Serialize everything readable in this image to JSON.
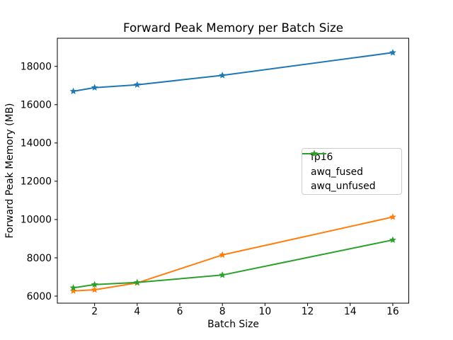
{
  "chart_data": {
    "type": "line",
    "title": "Forward Peak Memory per Batch Size",
    "xlabel": "Batch Size",
    "ylabel": "Forward Peak Memory (MB)",
    "x": [
      1,
      2,
      4,
      8,
      16
    ],
    "series": [
      {
        "name": "fp16",
        "color": "#1f77b4",
        "marker": "star",
        "values": [
          16700,
          16890,
          17040,
          17530,
          18720
        ]
      },
      {
        "name": "awq_fused",
        "color": "#ff7f0e",
        "marker": "star",
        "values": [
          6270,
          6330,
          6690,
          8150,
          10130
        ]
      },
      {
        "name": "awq_unfused",
        "color": "#2ca02c",
        "marker": "star",
        "values": [
          6430,
          6600,
          6710,
          7100,
          8930
        ]
      }
    ],
    "xticks": [
      2,
      4,
      6,
      8,
      10,
      12,
      14,
      16
    ],
    "yticks": [
      6000,
      8000,
      10000,
      12000,
      14000,
      16000,
      18000
    ],
    "xlim": [
      0.25,
      16.75
    ],
    "ylim": [
      5630,
      19470
    ],
    "grid": false,
    "legend_position": "center right"
  },
  "colors": {
    "spine": "#000000",
    "tick": "#000000",
    "legend_border": "#cccccc",
    "background": "#ffffff"
  }
}
